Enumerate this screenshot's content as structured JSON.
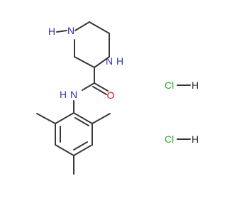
{
  "structure": {
    "atoms": {
      "n_top": "N",
      "n_ring": "N",
      "n_amide": "N",
      "o_carbonyl": "O"
    },
    "hydrogens": {
      "n_top": "H",
      "n_ring": "H",
      "n_amide": "H"
    },
    "salts": [
      {
        "cl": "Cl",
        "h": "H"
      },
      {
        "cl": "Cl",
        "h": "H"
      }
    ]
  },
  "colors": {
    "bond": "#383838",
    "nitrogen": "#3333b3",
    "oxygen": "#e01010",
    "chlorine": "#32a832",
    "hydrogen": "#383838"
  }
}
